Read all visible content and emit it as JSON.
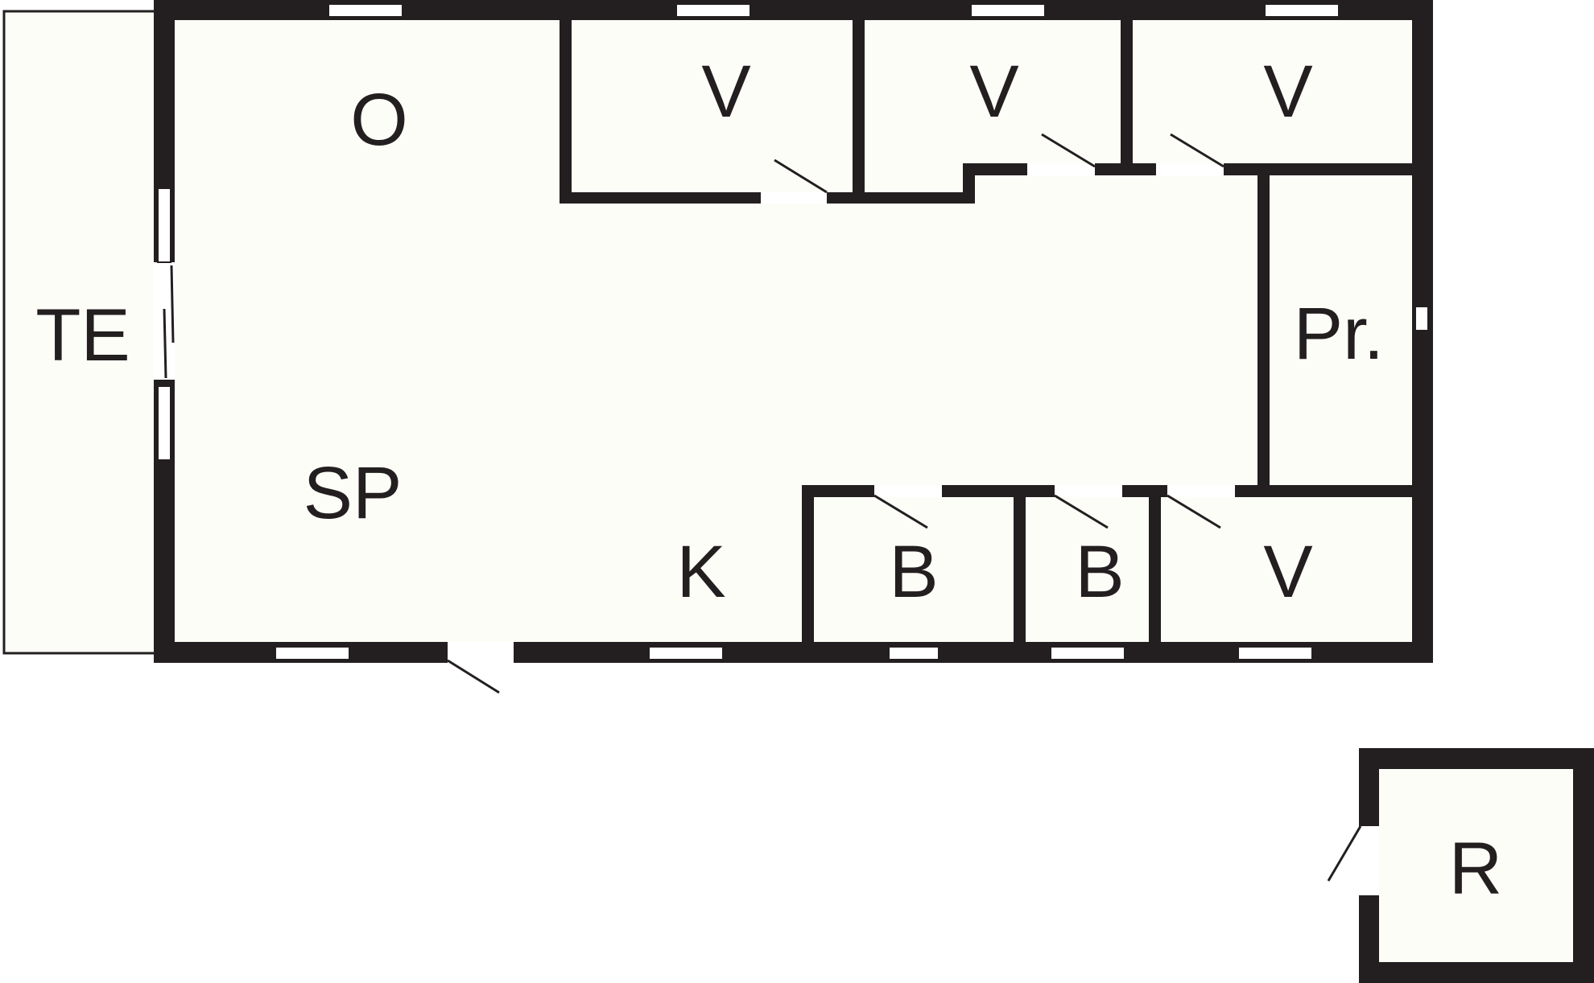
{
  "rooms": {
    "te": "TE",
    "o": "O",
    "v1": "V",
    "v2": "V",
    "v3": "V",
    "pr": "Pr.",
    "sp": "SP",
    "k": "K",
    "b1": "B",
    "b2": "B",
    "v4": "V",
    "r": "R"
  },
  "colors": {
    "wall": "#231f20",
    "floor": "#fdfdf8",
    "background": "#ffffff"
  }
}
